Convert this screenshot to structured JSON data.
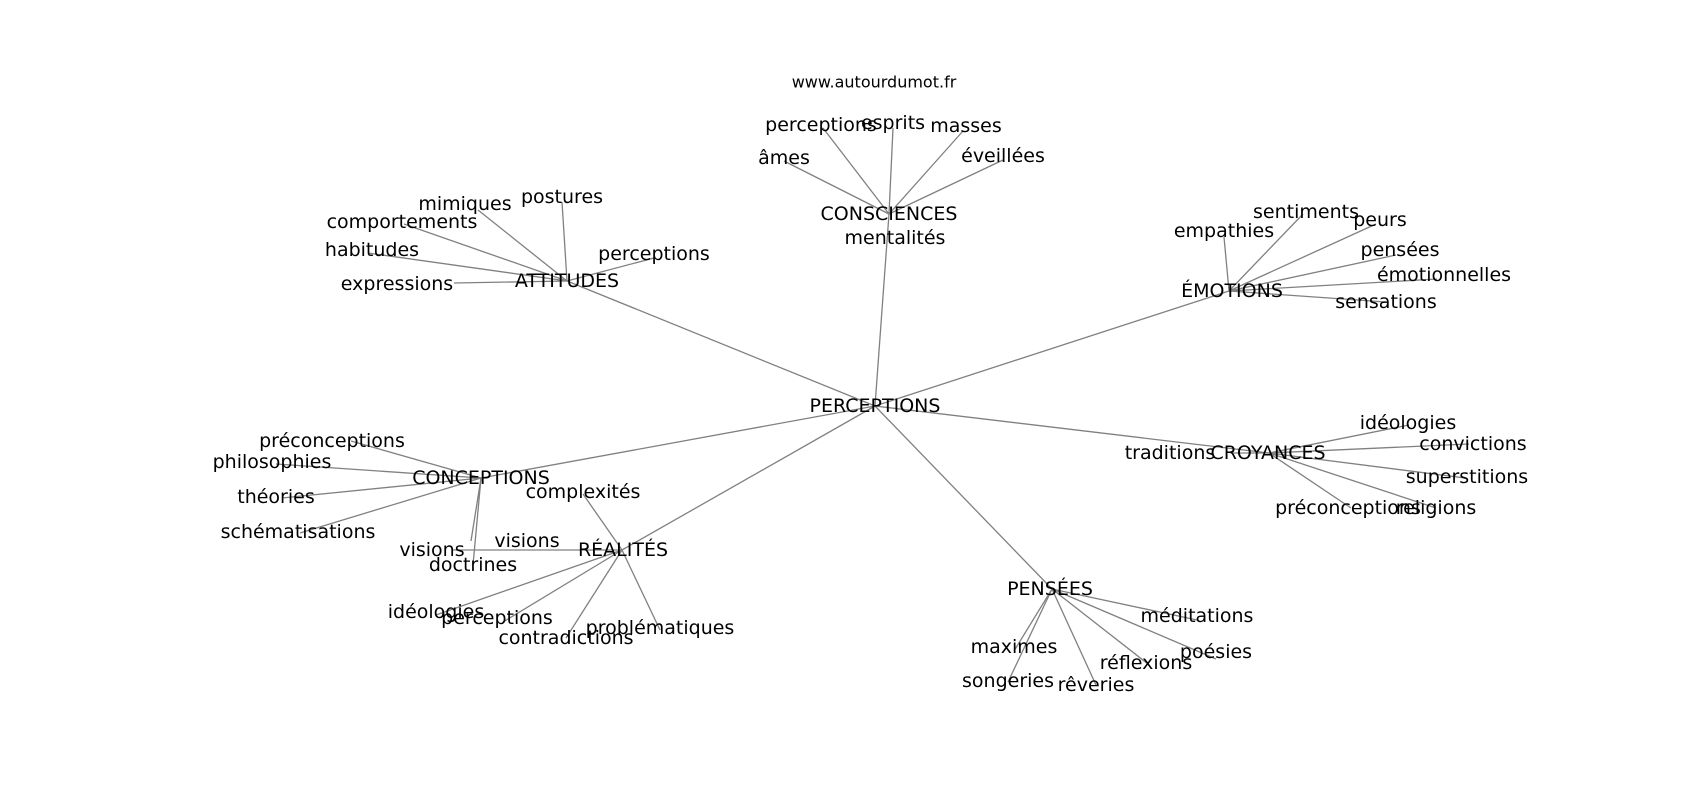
{
  "source": "www.autourdumot.fr",
  "colors": {
    "edge": "#808080",
    "text": "#000000",
    "background": "#ffffff"
  },
  "center": "PERCEPTIONS",
  "clusters": [
    {
      "id": "attitudes",
      "label": "ATTITUDES",
      "leaves": [
        "mimiques",
        "postures",
        "comportements",
        "habitudes",
        "expressions",
        "perceptions"
      ]
    },
    {
      "id": "consciences",
      "label": "CONSCIENCES",
      "leaves": [
        "perceptions",
        "esprits",
        "masses",
        "âmes",
        "éveillées",
        "mentalités"
      ]
    },
    {
      "id": "emotions",
      "label": "ÉMOTIONS",
      "leaves": [
        "sentiments",
        "empathies",
        "peurs",
        "pensées",
        "émotionnelles",
        "sensations"
      ]
    },
    {
      "id": "croyances",
      "label": "CROYANCES",
      "leaves": [
        "idéologies",
        "traditions",
        "convictions",
        "superstitions",
        "préconceptions",
        "religions"
      ]
    },
    {
      "id": "conceptions",
      "label": "CONCEPTIONS",
      "leaves": [
        "préconceptions",
        "philosophies",
        "théories",
        "schématisations",
        "visions",
        "doctrines"
      ]
    },
    {
      "id": "realites",
      "label": "RÉALITÉS",
      "leaves": [
        "complexités",
        "visions",
        "idéologies",
        "perceptions",
        "contradictions",
        "problématiques"
      ]
    },
    {
      "id": "pensees",
      "label": "PENSÉES",
      "leaves": [
        "méditations",
        "maximes",
        "poésies",
        "réflexions",
        "songeries",
        "rêveries"
      ]
    }
  ]
}
